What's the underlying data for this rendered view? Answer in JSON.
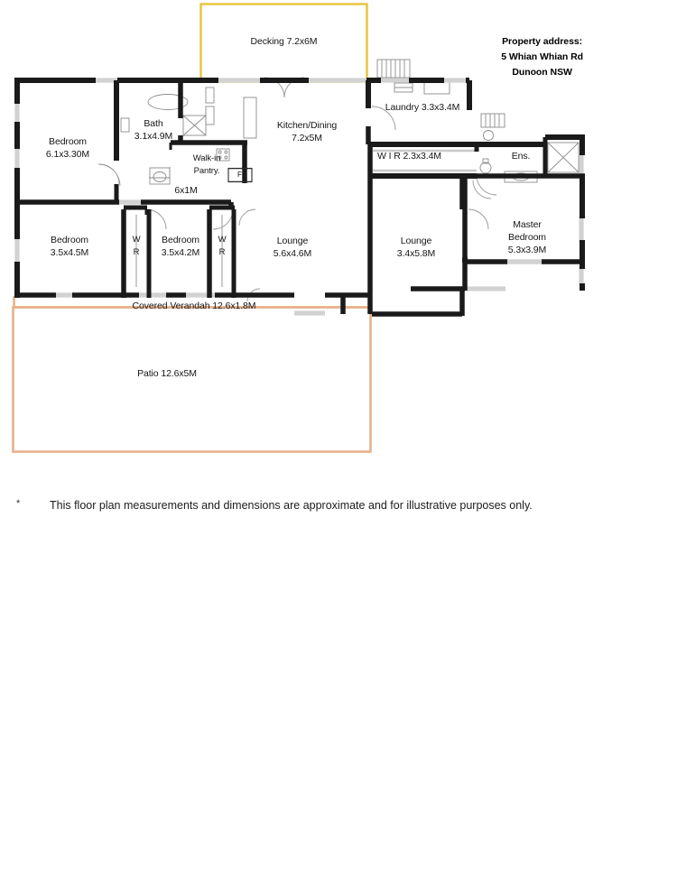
{
  "document": {
    "type": "floor-plan",
    "disclaimer_marker": "*",
    "disclaimer": "This floor plan measurements and dimensions are approximate and for illustrative purposes only."
  },
  "property_address": {
    "heading": "Property address:",
    "street": "5 Whian Whian Rd",
    "locality": "Dunoon NSW"
  },
  "colors": {
    "wall": "#1a1a1a",
    "opening": "#d6d6d6",
    "decking_outline": "#e8c33a",
    "patio_outline": "#e8b088",
    "fixture_line": "#7a7a7a",
    "text": "#161616",
    "background": "#ffffff"
  },
  "outdoor_areas": [
    {
      "id": "decking",
      "name": "Decking",
      "dimensions": "7.2x6M",
      "label": "Decking 7.2x6M",
      "outline": "#e8c33a"
    },
    {
      "id": "verandah",
      "name": "Covered Verandah",
      "dimensions": "12.6x1.8M",
      "label": "Covered Verandah 12.6x1.8M",
      "outline": "#e8b088"
    },
    {
      "id": "patio",
      "name": "Patio",
      "dimensions": "12.6x5M",
      "label": "Patio 12.6x5M",
      "outline": "#e8b088"
    }
  ],
  "rooms": [
    {
      "id": "bedroom-front-left",
      "name": "Bedroom",
      "dimensions": "6.1x3.30M"
    },
    {
      "id": "bath",
      "name": "Bath",
      "dimensions": "3.1x4.9M"
    },
    {
      "id": "walk-in-pantry",
      "name": "Walk-in Pantry.",
      "name_line1": "Walk-in",
      "name_line2": "Pantry.",
      "dimensions": "6x1M"
    },
    {
      "id": "kitchen-dining",
      "name": "Kitchen/Dining",
      "dimensions": "7.2x5M"
    },
    {
      "id": "laundry",
      "name": "Laundry",
      "dimensions": "3.3x3.4M",
      "label": "Laundry 3.3x3.4M"
    },
    {
      "id": "wir",
      "name": "W I R",
      "dimensions": "2.3x3.4M",
      "label": "W I R  2.3x3.4M"
    },
    {
      "id": "ensuite",
      "name": "Ens.",
      "dimensions": ""
    },
    {
      "id": "bedroom-rear-left",
      "name": "Bedroom",
      "dimensions": "3.5x4.5M"
    },
    {
      "id": "bedroom-rear-mid",
      "name": "Bedroom",
      "dimensions": "3.5x4.2M"
    },
    {
      "id": "lounge-main",
      "name": "Lounge",
      "dimensions": "5.6x4.6M"
    },
    {
      "id": "lounge-second",
      "name": "Lounge",
      "dimensions": "3.4x5.8M"
    },
    {
      "id": "master-bedroom",
      "name": "Master Bedroom",
      "name_line1": "Master",
      "name_line2": "Bedroom",
      "dimensions": "5.3x3.9M"
    }
  ],
  "wardrobes": [
    {
      "id": "wr-left",
      "line1": "W",
      "line2": "R"
    },
    {
      "id": "wr-right",
      "line1": "W",
      "line2": "R"
    }
  ],
  "appliances": [
    {
      "id": "fridge",
      "label": "F"
    }
  ]
}
